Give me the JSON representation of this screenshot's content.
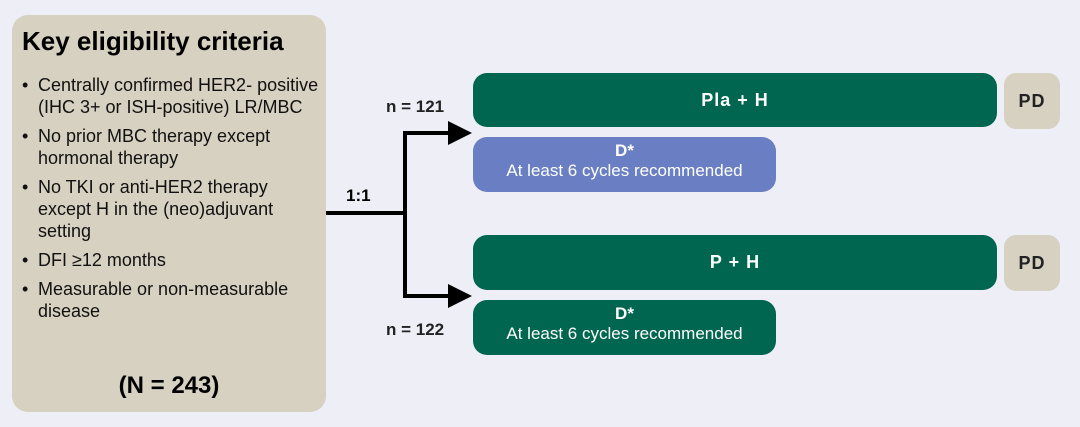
{
  "criteria": {
    "title": "Key eligibility  criteria",
    "items": [
      "Centrally confirmed HER2- positive (IHC 3+ or ISH-positive) LR/MBC",
      "No prior MBC therapy except hormonal therapy",
      "No TKI or anti-HER2 therapy except H in the (neo)adjuvant setting",
      "DFI ≥12 months",
      "Measurable or non-measurable disease"
    ],
    "total": "(N = 243)"
  },
  "randomization": {
    "ratio": "1:1"
  },
  "arms": [
    {
      "n": "n = 121",
      "regimen": "Pla + H",
      "endpoint": "PD",
      "d_title": "D*",
      "d_sub": "At least 6 cycles recommended",
      "d_color": "#6a7fc3"
    },
    {
      "n": "n = 122",
      "regimen": "P + H",
      "endpoint": "PD",
      "d_title": "D*",
      "d_sub": "At least 6 cycles recommended",
      "d_color": "#006650"
    }
  ],
  "colors": {
    "arm": "#006650",
    "panel": "#d6d1c0",
    "background": "#eeeff6"
  }
}
